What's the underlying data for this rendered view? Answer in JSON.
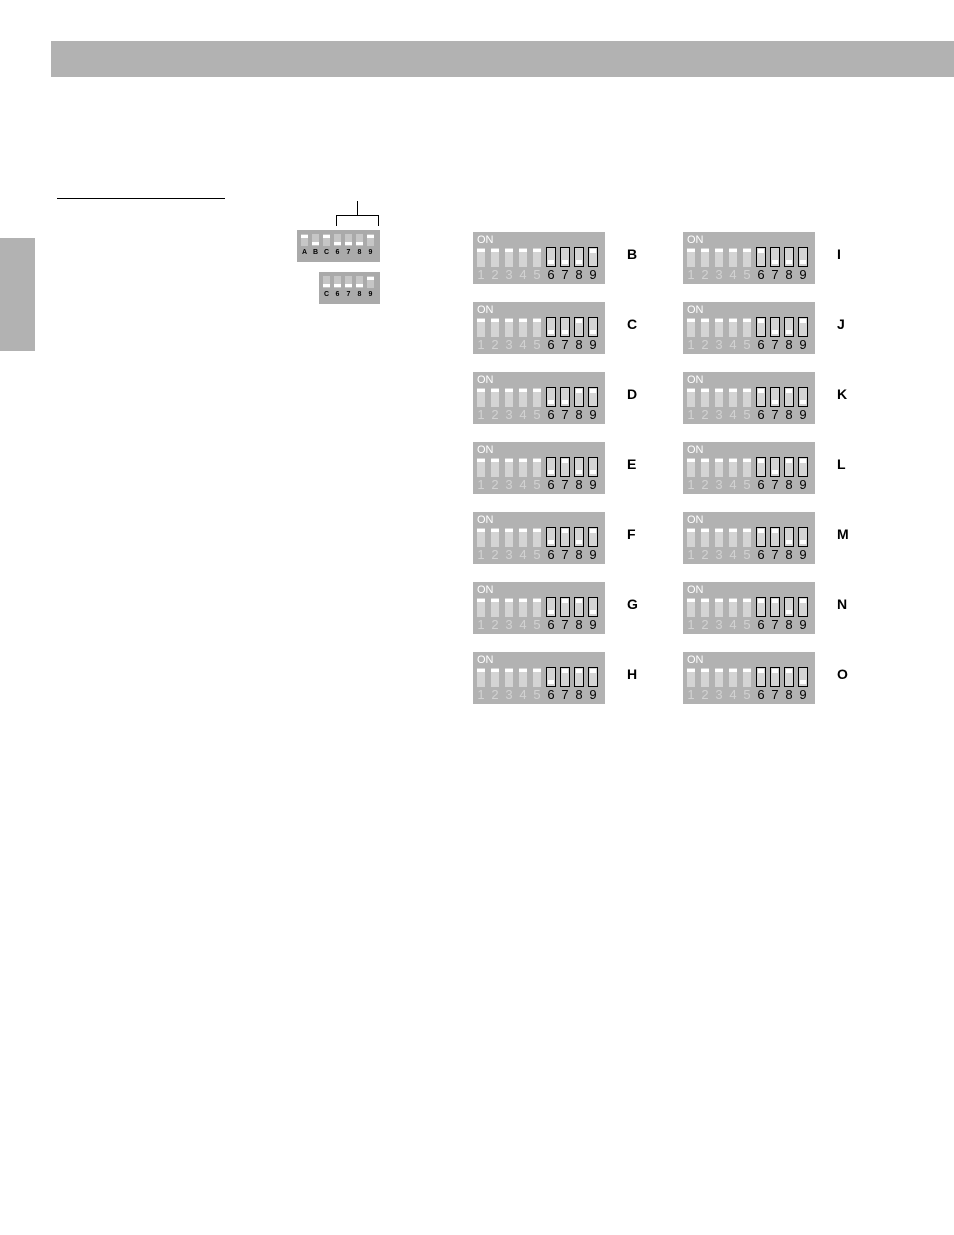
{
  "colors": {
    "gray_band": "#b2b2b2",
    "switch_body": "#d4d4d4",
    "knob": "#ffffff"
  },
  "small_switches": [
    {
      "labels": [
        "A",
        "B",
        "C",
        "6",
        "7",
        "8",
        "9"
      ],
      "knobs": [
        "up",
        "down",
        "up",
        "down",
        "down",
        "down",
        "up"
      ]
    },
    {
      "labels": [
        "C",
        "6",
        "7",
        "8",
        "9"
      ],
      "knobs": [
        "down",
        "down",
        "down",
        "down",
        "up"
      ]
    }
  ],
  "dip_switches": {
    "on_label": "ON",
    "numbers": [
      "1",
      "2",
      "3",
      "4",
      "5",
      "6",
      "7",
      "8",
      "9"
    ],
    "settings": [
      {
        "letter": "B",
        "positions": [
          "up",
          "up",
          "up",
          "up",
          "up",
          "down",
          "down",
          "down",
          "up"
        ]
      },
      {
        "letter": "C",
        "positions": [
          "up",
          "up",
          "up",
          "up",
          "up",
          "down",
          "down",
          "up",
          "down"
        ]
      },
      {
        "letter": "D",
        "positions": [
          "up",
          "up",
          "up",
          "up",
          "up",
          "down",
          "down",
          "up",
          "up"
        ]
      },
      {
        "letter": "E",
        "positions": [
          "up",
          "up",
          "up",
          "up",
          "up",
          "down",
          "up",
          "down",
          "down"
        ]
      },
      {
        "letter": "F",
        "positions": [
          "up",
          "up",
          "up",
          "up",
          "up",
          "down",
          "up",
          "down",
          "up"
        ]
      },
      {
        "letter": "G",
        "positions": [
          "up",
          "up",
          "up",
          "up",
          "up",
          "down",
          "up",
          "up",
          "down"
        ]
      },
      {
        "letter": "H",
        "positions": [
          "up",
          "up",
          "up",
          "up",
          "up",
          "down",
          "up",
          "up",
          "up"
        ]
      },
      {
        "letter": "I",
        "positions": [
          "up",
          "up",
          "up",
          "up",
          "up",
          "up",
          "down",
          "down",
          "down"
        ]
      },
      {
        "letter": "J",
        "positions": [
          "up",
          "up",
          "up",
          "up",
          "up",
          "up",
          "down",
          "down",
          "up"
        ]
      },
      {
        "letter": "K",
        "positions": [
          "up",
          "up",
          "up",
          "up",
          "up",
          "up",
          "down",
          "up",
          "down"
        ]
      },
      {
        "letter": "L",
        "positions": [
          "up",
          "up",
          "up",
          "up",
          "up",
          "up",
          "down",
          "up",
          "up"
        ]
      },
      {
        "letter": "M",
        "positions": [
          "up",
          "up",
          "up",
          "up",
          "up",
          "up",
          "up",
          "down",
          "down"
        ]
      },
      {
        "letter": "N",
        "positions": [
          "up",
          "up",
          "up",
          "up",
          "up",
          "up",
          "up",
          "down",
          "up"
        ]
      },
      {
        "letter": "O",
        "positions": [
          "up",
          "up",
          "up",
          "up",
          "up",
          "up",
          "up",
          "up",
          "down"
        ]
      }
    ]
  }
}
